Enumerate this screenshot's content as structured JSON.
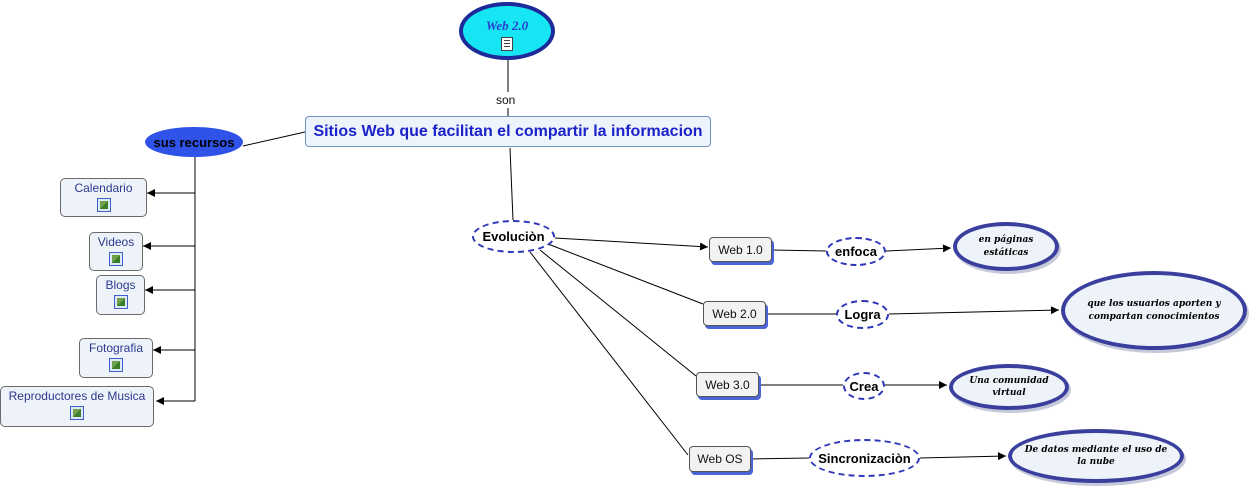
{
  "root": {
    "label": "Web 2.0"
  },
  "links": {
    "son": "son"
  },
  "main_concept": "Sitios Web que facilitan el compartir la informacion",
  "resources": {
    "title": "sus recursos",
    "items": [
      "Calendario",
      "Videos",
      "Blogs",
      "Fotografia",
      "Reproductores de Musica"
    ]
  },
  "evolution": {
    "title": "Evoluciòn",
    "rows": [
      {
        "version": "Web 1.0",
        "verb": "enfoca",
        "result": "en páginas estáticas"
      },
      {
        "version": "Web 2.0",
        "verb": "Logra",
        "result": "que los usuarios aporten y compartan conocimientos"
      },
      {
        "version": "Web 3.0",
        "verb": "Crea",
        "result": "Una comunidad virtual"
      },
      {
        "version": "Web OS",
        "verb": "Sincronizaciòn",
        "result": "De datos mediante el uso de la nube"
      }
    ]
  },
  "icons": {
    "root": "document-icon",
    "resource": "image-icon"
  }
}
